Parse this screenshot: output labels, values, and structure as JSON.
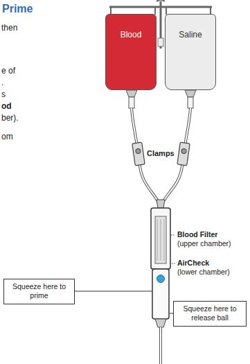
{
  "diagram": {
    "title": "Prime",
    "nodes": [
      {
        "text": [
          "Blood"
        ]
      },
      {
        "text": [
          "Saline"
        ]
      },
      {
        "text": [
          "Squeeze here to prime"
        ]
      },
      {
        "text": [
          "Squeeze here to release ball"
        ]
      }
    ],
    "labels": [
      "then",
      "e of",
      ".",
      "s",
      "od",
      "ber).",
      "om",
      "Clamps",
      "Blood Filter",
      "(upper chamber)",
      "AirCheck",
      "(lower chamber)"
    ]
  }
}
